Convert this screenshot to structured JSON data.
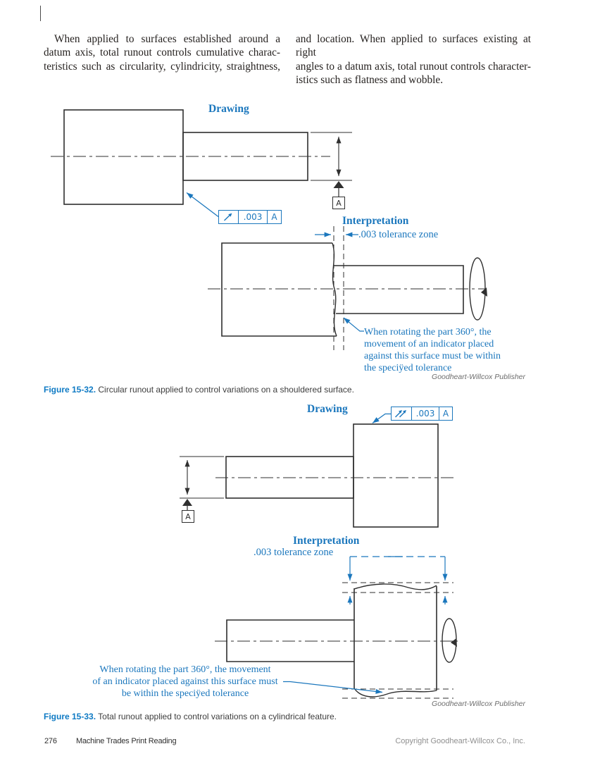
{
  "paragraph": {
    "left_lines": [
      "When applied to surfaces established around a",
      "datum axis, total runout controls cumulative charac-",
      "teristics such as circularity, cylindricity, straightness,"
    ],
    "right_lines": [
      "and location. When applied to surfaces existing at right",
      "angles to a datum axis, total runout controls character-",
      "istics such as flatness and wobble."
    ]
  },
  "figure32": {
    "drawing_label": "Drawing",
    "interpretation_label": "Interpretation",
    "fcf": {
      "symbol": "circular-runout",
      "tolerance": ".003",
      "datum": "A"
    },
    "datum_label": "A",
    "tolerance_zone_label": ".003 tolerance zone",
    "note_lines": [
      "When rotating the part 360°, the",
      "movement of an indicator placed",
      "against this surface must be within",
      "the speciÿed tolerance"
    ],
    "credit": "Goodheart-Willcox Publisher",
    "caption_label": "Figure 15-32.",
    "caption_text": " Circular runout applied to control variations on a shouldered surface."
  },
  "figure33": {
    "drawing_label": "Drawing",
    "interpretation_label": "Interpretation",
    "fcf": {
      "symbol": "total-runout",
      "tolerance": ".003",
      "datum": "A"
    },
    "datum_label": "A",
    "tolerance_zone_label": ".003 tolerance zone",
    "note_lines": [
      "When rotating the part 360°, the movement",
      "of an indicator placed against this surface must",
      "be within the speciÿed tolerance"
    ],
    "credit": "Goodheart-Willcox Publisher",
    "caption_label": "Figure 15-33.",
    "caption_text": " Total runout applied to control variations on a cylindrical feature."
  },
  "footer": {
    "page_number": "276",
    "book_title": "Machine Trades Print Reading",
    "copyright": "Copyright Goodheart-Willcox Co., Inc."
  },
  "colors": {
    "accent_blue": "#1b77bd",
    "caption_blue": "#0e7ac4",
    "ink": "#2f2f2f"
  }
}
